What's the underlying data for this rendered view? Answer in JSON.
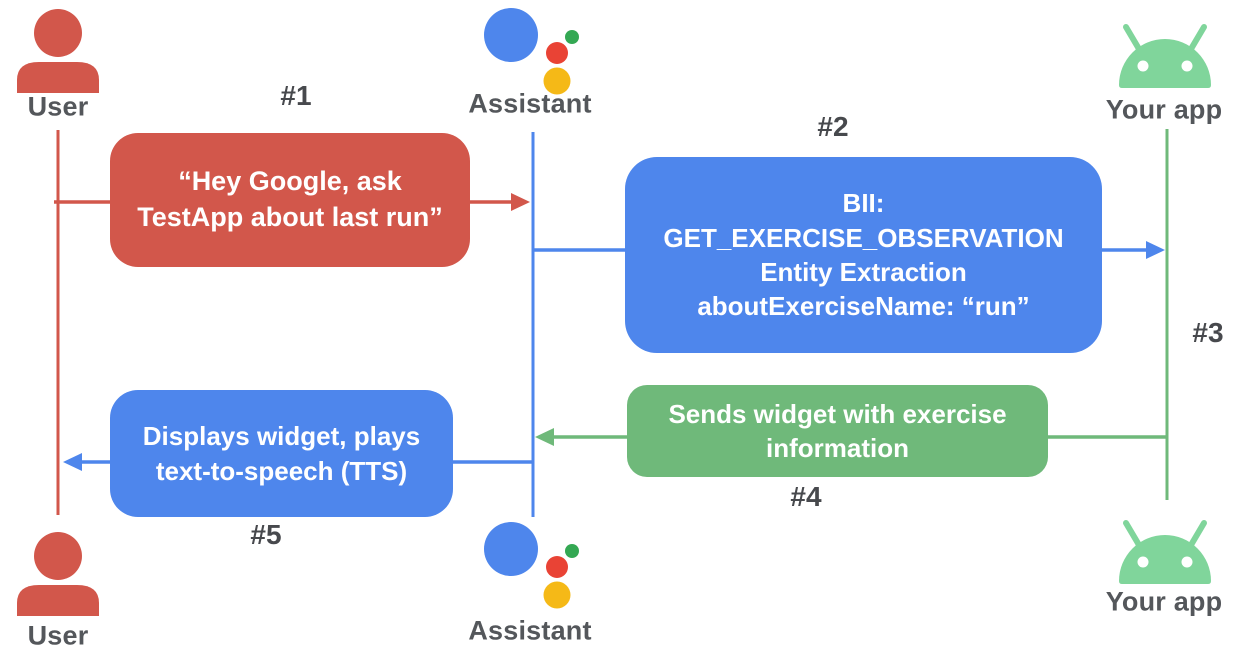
{
  "diagram_type": "sequence-flow",
  "actors": {
    "top": [
      {
        "label": "User"
      },
      {
        "label": "Assistant"
      },
      {
        "label": "Your app"
      }
    ],
    "bottom": [
      {
        "label": "User"
      },
      {
        "label": "Assistant"
      },
      {
        "label": "Your app"
      }
    ]
  },
  "messages": [
    {
      "step": "#1",
      "from": "User",
      "to": "Assistant",
      "label": "“Hey Google, ask\nTestApp about last run”",
      "box_color": "#d2574b"
    },
    {
      "step": "#2",
      "from": "Assistant",
      "to": "Your app",
      "label": "BII:\nGET_EXERCISE_OBSERVATION\nEntity Extraction\naboutExerciseName: “run”",
      "box_color": "#4e86ec"
    },
    {
      "step": "#3",
      "from": "Your app",
      "to": "Your app",
      "label": "",
      "box_color": ""
    },
    {
      "step": "#4",
      "from": "Your app",
      "to": "Assistant",
      "label": "Sends widget with exercise\ninformation",
      "box_color": "#6fb97a"
    },
    {
      "step": "#5",
      "from": "Assistant",
      "to": "User",
      "label": "Displays widget, plays\ntext-to-speech (TTS)",
      "box_color": "#4e86ec"
    }
  ],
  "colors": {
    "user_red": "#d2574b",
    "assistant_blue": "#4e86ec",
    "app_line_green": "#6fb97a",
    "android_green": "#80d59b",
    "assistant_logo": {
      "blue": "#4e86ec",
      "red": "#e94335",
      "yellow": "#f5b917",
      "green": "#34a853"
    },
    "label_gray": "#54575b"
  }
}
